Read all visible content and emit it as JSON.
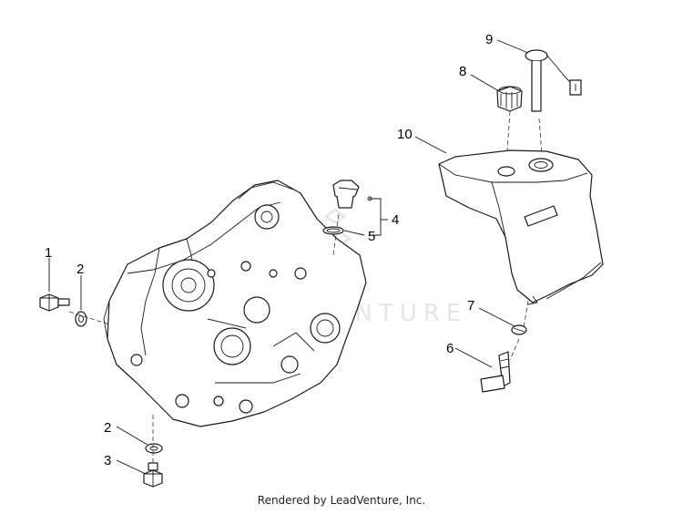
{
  "callouts": [
    {
      "id": "c1",
      "label": "1"
    },
    {
      "id": "c2a",
      "label": "2"
    },
    {
      "id": "c2b",
      "label": "2"
    },
    {
      "id": "c3",
      "label": "3"
    },
    {
      "id": "c4",
      "label": "4"
    },
    {
      "id": "c5",
      "label": "5"
    },
    {
      "id": "c6",
      "label": "6"
    },
    {
      "id": "c7",
      "label": "7"
    },
    {
      "id": "c8",
      "label": "8"
    },
    {
      "id": "c9",
      "label": "9"
    },
    {
      "id": "c10",
      "label": "10"
    }
  ],
  "watermark": "LEADVENTURE",
  "footer": "Rendered by LeadVenture, Inc."
}
